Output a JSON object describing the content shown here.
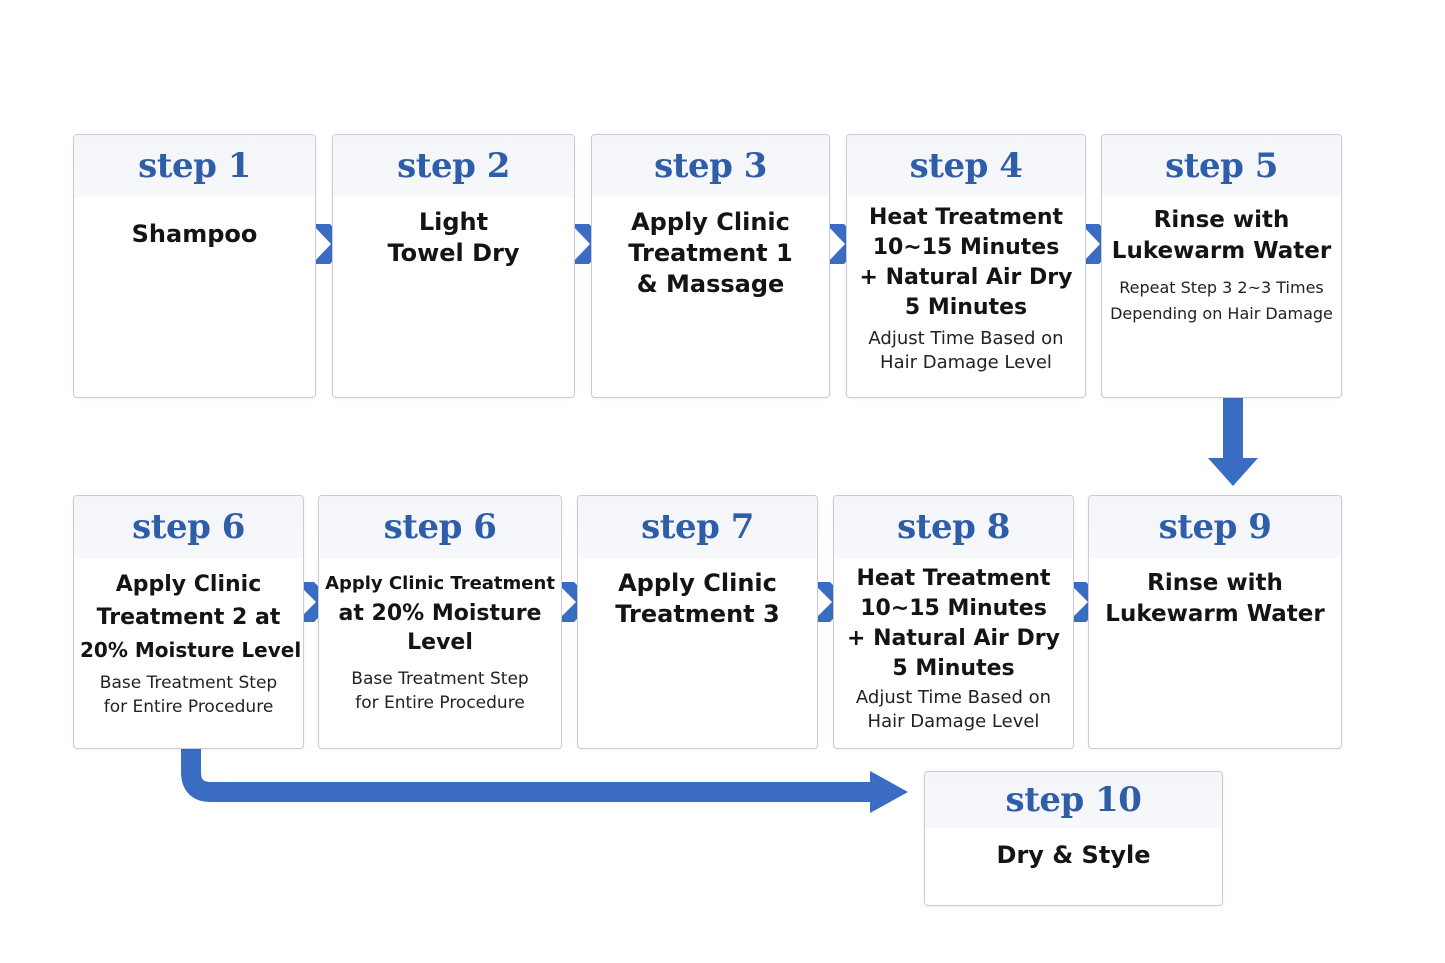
{
  "colors": {
    "accent": "#2f5ea8",
    "arrow": "#3a6cc4",
    "border": "#c9ccd4",
    "text": "#141414"
  },
  "steps": [
    {
      "label": "step 1",
      "title": [
        "Shampoo"
      ],
      "notes": []
    },
    {
      "label": "step 2",
      "title": [
        "Light",
        "Towel Dry"
      ],
      "notes": []
    },
    {
      "label": "step 3",
      "title": [
        "Apply Clinic",
        "Treatment 1",
        "& Massage"
      ],
      "notes": []
    },
    {
      "label": "step 4",
      "title": [
        "Heat Treatment",
        "10~15 Minutes",
        "+ Natural Air Dry",
        "5 Minutes"
      ],
      "notes": [
        "Adjust Time Based on",
        "Hair Damage Level"
      ]
    },
    {
      "label": "step 5",
      "title": [
        "Rinse with",
        "Lukewarm Water"
      ],
      "notes": [
        "Repeat Step 3 2~3 Times",
        "Depending on Hair Damage"
      ]
    },
    {
      "label": "step 6",
      "title": [
        "Apply Clinic",
        "Treatment 2 at",
        "20% Moisture Level"
      ],
      "notes": [
        "Base Treatment Step",
        "for Entire Procedure"
      ]
    },
    {
      "label": "step 6",
      "title": [
        "Apply Clinic Treatment",
        "at 20% Moisture",
        "Level"
      ],
      "notes": [
        "Base Treatment Step",
        "for Entire Procedure"
      ]
    },
    {
      "label": "step 7",
      "title": [
        "Apply Clinic",
        "Treatment 3"
      ],
      "notes": []
    },
    {
      "label": "step 8",
      "title": [
        "Heat Treatment",
        "10~15 Minutes",
        "+ Natural Air Dry",
        "5 Minutes"
      ],
      "notes": [
        "Adjust Time Based on",
        "Hair Damage Level"
      ]
    },
    {
      "label": "step 9",
      "title": [
        "Rinse with",
        "Lukewarm Water"
      ],
      "notes": []
    },
    {
      "label": "step 10",
      "title": [
        "Dry & Style"
      ],
      "notes": []
    }
  ]
}
